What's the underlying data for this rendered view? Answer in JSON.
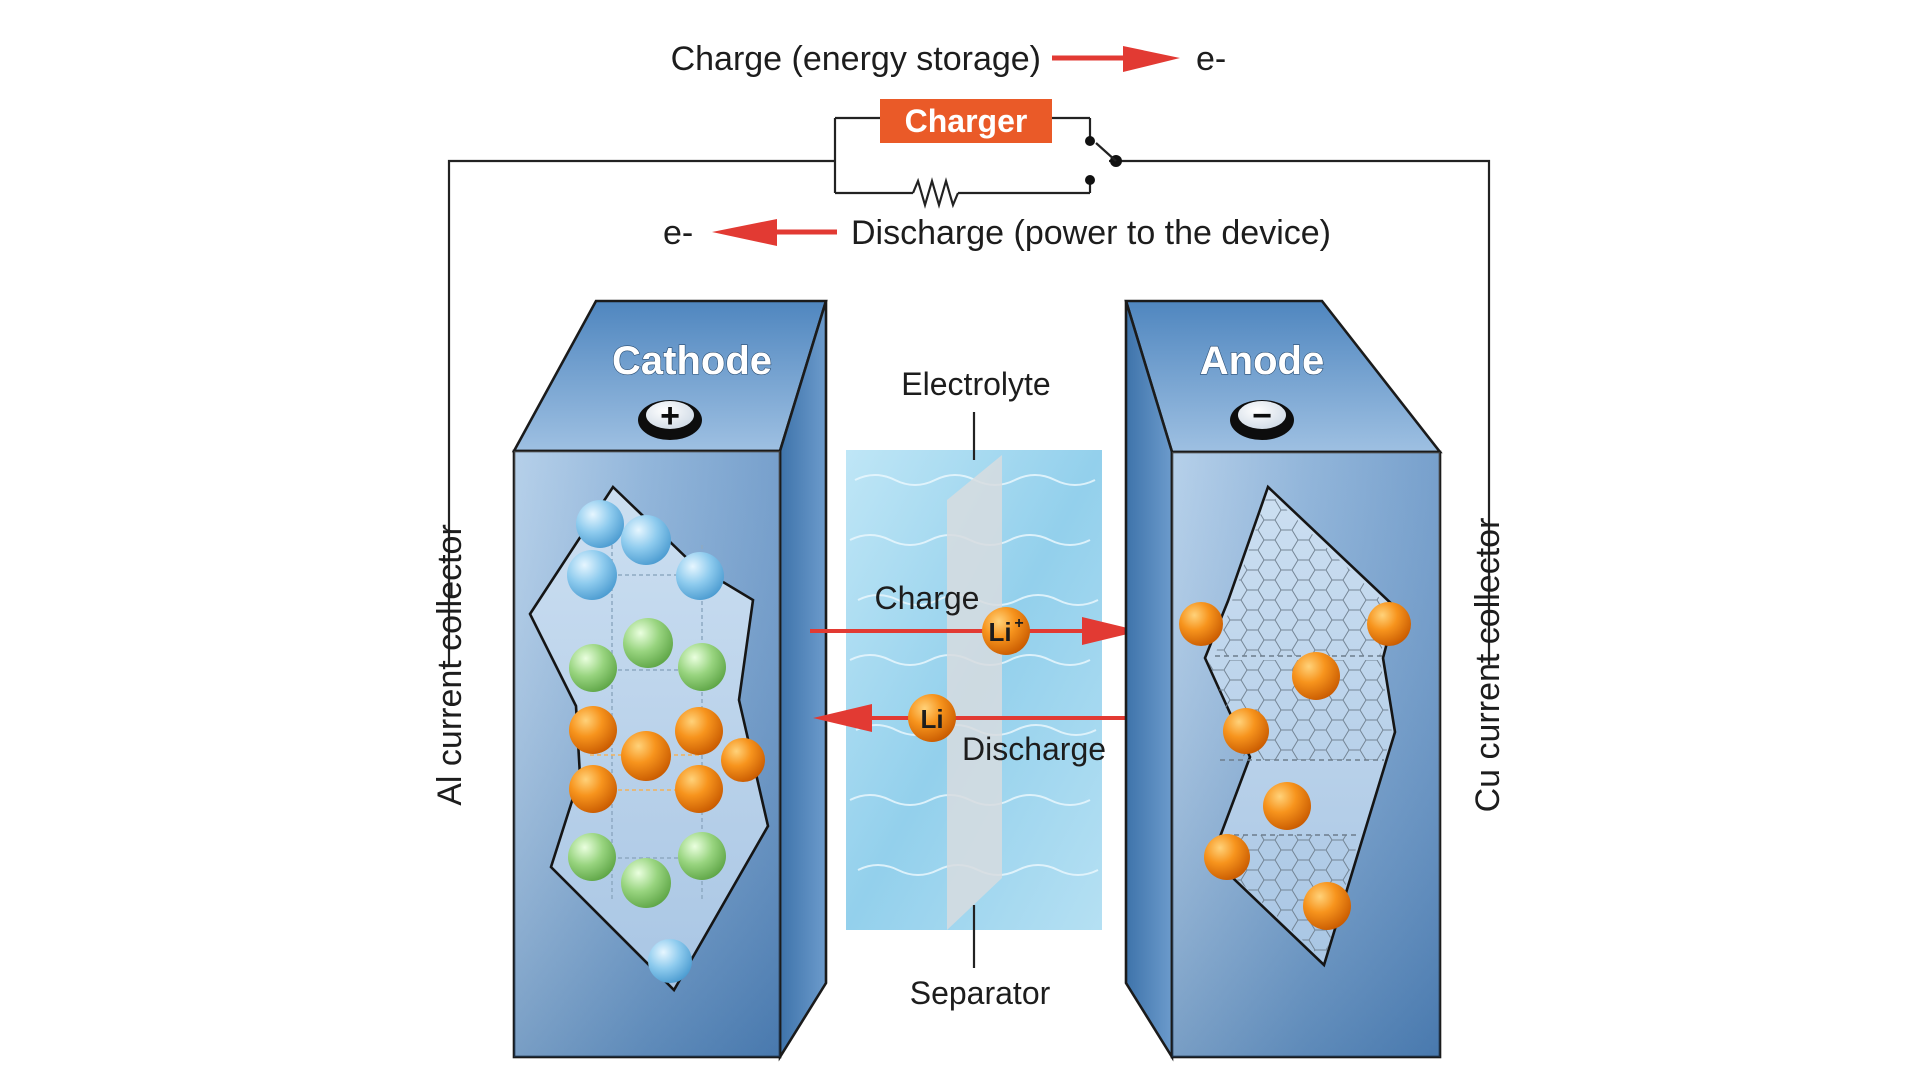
{
  "circuit": {
    "charge_label": "Charge (energy storage)",
    "discharge_label": "Discharge (power to the device)",
    "electron_top": "e-",
    "electron_bottom": "e-",
    "charger_label": "Charger"
  },
  "cathode": {
    "title": "Cathode",
    "collector_label": "Al current collector",
    "terminal": "+"
  },
  "anode": {
    "title": "Anode",
    "collector_label": "Cu current collector",
    "terminal": "−"
  },
  "electrolyte": {
    "electrolyte_label": "Electrolyte",
    "separator_label": "Separator",
    "charge_label": "Charge",
    "discharge_label": "Discharge",
    "ion_charge": "Li",
    "ion_charge_sup": "+",
    "ion_discharge": "Li"
  },
  "colors": {
    "arrow": "#e23a33",
    "charger": "#ea5a28",
    "box_face": "#6b9bc9",
    "box_top": "#8eb5da",
    "box_side": "#4a7fb3",
    "lithium": "#f07f10",
    "blue_atom": "#86c4ea",
    "green_atom": "#93d07e",
    "electrolyte_water": "#a9d9ef"
  }
}
